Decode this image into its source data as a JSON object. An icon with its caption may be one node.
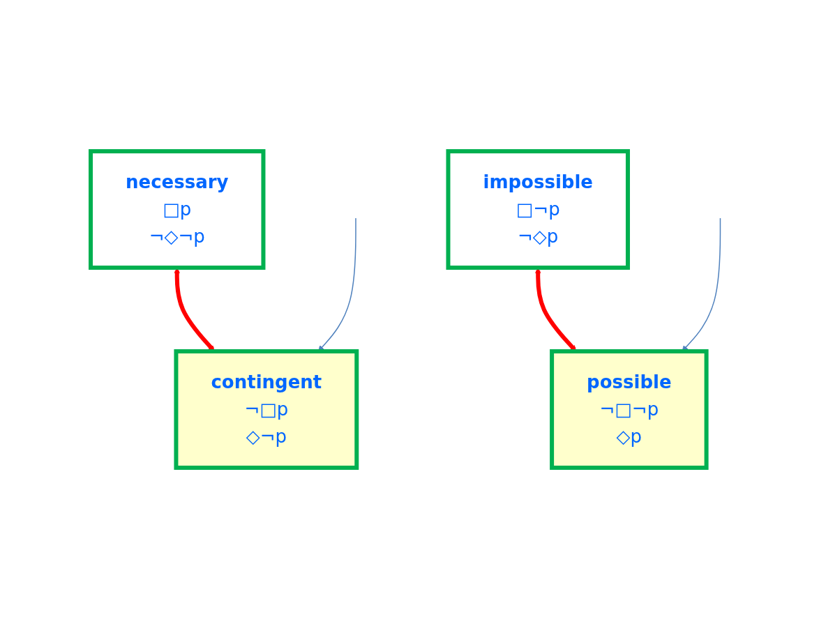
{
  "diagram": {
    "nodes": [
      {
        "text": [
          "necessary",
          "□p",
          "¬◇¬p"
        ]
      },
      {
        "text": [
          "impossible",
          "□¬p",
          "¬◇p"
        ]
      },
      {
        "text": [
          "possible",
          "¬□¬p",
          "◇p"
        ]
      },
      {
        "text": [
          "contingent",
          "¬□p",
          "◇¬p"
        ]
      }
    ],
    "edges": [
      {
        "from": 0,
        "to": 3,
        "arrow": "both",
        "style": "thick",
        "color": "#ff0000"
      },
      {
        "from": 1,
        "to": 2,
        "arrow": "both",
        "style": "thick",
        "color": "#ff0000"
      },
      {
        "from": null,
        "to": 2,
        "arrow": "to",
        "color": "#4f81bd"
      },
      {
        "from": null,
        "to": 3,
        "arrow": "to",
        "color": "#4f81bd"
      }
    ]
  }
}
